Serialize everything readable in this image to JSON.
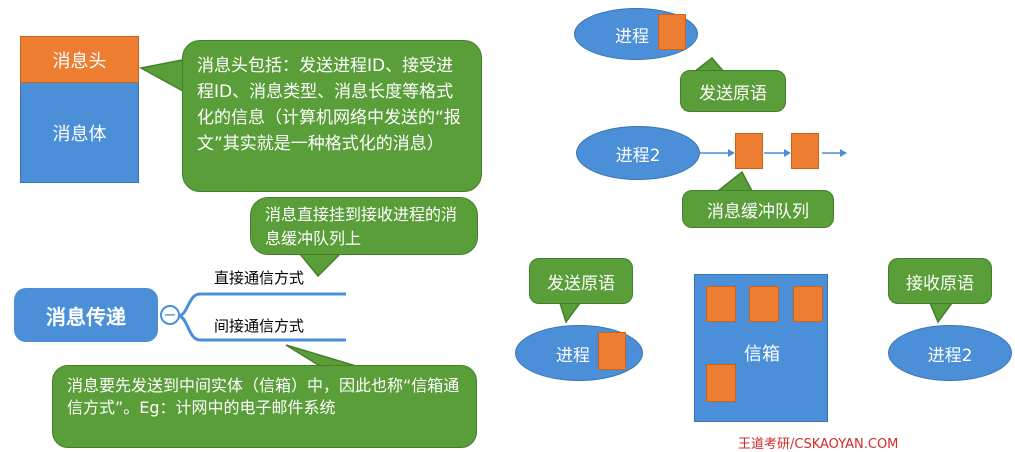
{
  "message_block": {
    "head_label": "消息头",
    "body_label": "消息体"
  },
  "callouts": {
    "header_info": "消息头包括：发送进程ID、接受进程ID、消息类型、消息长度等格式化的信息（计算机网络中发送的“报文”其实就是一种格式化的消息）",
    "direct_info": "消息直接挂到接收进程的消息缓冲队列上",
    "indirect_info": "消息要先发送到中间实体（信箱）中，因此也称“信箱通信方式”。Eg：计网中的电子邮件系统"
  },
  "mind_map": {
    "root": "消息传递",
    "collapse_symbol": "⊖",
    "branches": [
      "直接通信方式",
      "间接通信方式"
    ]
  },
  "direct_diagram": {
    "sender": "进程",
    "primitive": "发送原语",
    "receiver": "进程2",
    "queue_label": "消息缓冲队列"
  },
  "indirect_diagram": {
    "send_primitive": "发送原语",
    "sender": "进程",
    "mailbox": "信箱",
    "receive_primitive": "接收原语",
    "receiver": "进程2"
  },
  "colors": {
    "blue": "#4a8fd8",
    "orange": "#ed7d31",
    "green": "#5a9e3a",
    "caption_red": "#d62a2a"
  },
  "footer": {
    "caption": "王道考研/CSKAOYAN.COM"
  }
}
